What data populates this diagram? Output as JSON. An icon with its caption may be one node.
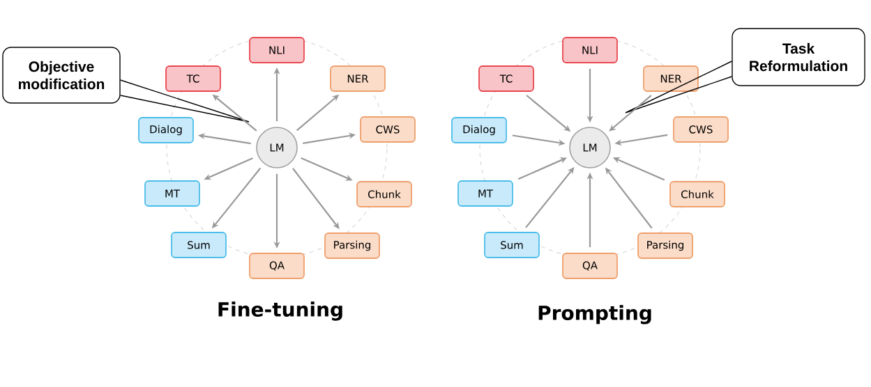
{
  "diagram": {
    "nodes": [
      {
        "text": [
          "Objective modification"
        ]
      },
      {
        "text": [
          "LM"
        ]
      },
      {
        "text": [
          "NLI"
        ]
      },
      {
        "text": [
          "TC"
        ]
      },
      {
        "text": [
          "NER"
        ]
      },
      {
        "text": [
          "Dialog"
        ]
      },
      {
        "text": [
          "CWS"
        ]
      },
      {
        "text": [
          "MT"
        ]
      },
      {
        "text": [
          "Chunk"
        ]
      },
      {
        "text": [
          "Sum"
        ]
      },
      {
        "text": [
          "Parsing"
        ]
      },
      {
        "text": [
          "QA"
        ]
      },
      {
        "text": [
          "Task Reformulation"
        ]
      },
      {
        "text": [
          "LM"
        ]
      },
      {
        "text": [
          "NLI"
        ]
      },
      {
        "text": [
          "TC"
        ]
      },
      {
        "text": [
          "NER"
        ]
      },
      {
        "text": [
          "Dialog"
        ]
      },
      {
        "text": [
          "CWS"
        ]
      },
      {
        "text": [
          "MT"
        ]
      },
      {
        "text": [
          "Chunk"
        ]
      },
      {
        "text": [
          "Sum"
        ]
      },
      {
        "text": [
          "Parsing"
        ]
      },
      {
        "text": [
          "QA"
        ]
      }
    ],
    "edges": [
      {
        "from": 0,
        "to": null,
        "arrow": "none",
        "color": "#000000"
      },
      {
        "from": 1,
        "to": 2,
        "arrow": "to"
      },
      {
        "from": 1,
        "to": 3,
        "arrow": "to"
      },
      {
        "from": 1,
        "to": 4,
        "arrow": "to"
      },
      {
        "from": 1,
        "to": 5,
        "arrow": "to"
      },
      {
        "from": 1,
        "to": 6,
        "arrow": "to"
      },
      {
        "from": 1,
        "to": 7,
        "arrow": "to"
      },
      {
        "from": 1,
        "to": 8,
        "arrow": "to"
      },
      {
        "from": 1,
        "to": 9,
        "arrow": "to"
      },
      {
        "from": 1,
        "to": 10,
        "arrow": "to"
      },
      {
        "from": 1,
        "to": 11,
        "arrow": "to"
      },
      {
        "from": 12,
        "to": null,
        "arrow": "none",
        "color": "#000000"
      },
      {
        "from": 14,
        "to": 13,
        "arrow": "to"
      },
      {
        "from": 15,
        "to": 13,
        "arrow": "to"
      },
      {
        "from": 16,
        "to": 13,
        "arrow": "to"
      },
      {
        "from": 17,
        "to": 13,
        "arrow": "to"
      },
      {
        "from": 18,
        "to": 13,
        "arrow": "to"
      },
      {
        "from": 19,
        "to": 13,
        "arrow": "to"
      },
      {
        "from": 20,
        "to": 13,
        "arrow": "to"
      },
      {
        "from": 21,
        "to": 13,
        "arrow": "to"
      },
      {
        "from": 22,
        "to": 13,
        "arrow": "to"
      },
      {
        "from": 23,
        "to": 13,
        "arrow": "to"
      }
    ],
    "labels": [
      "Fine-tuning",
      "Prompting"
    ]
  }
}
